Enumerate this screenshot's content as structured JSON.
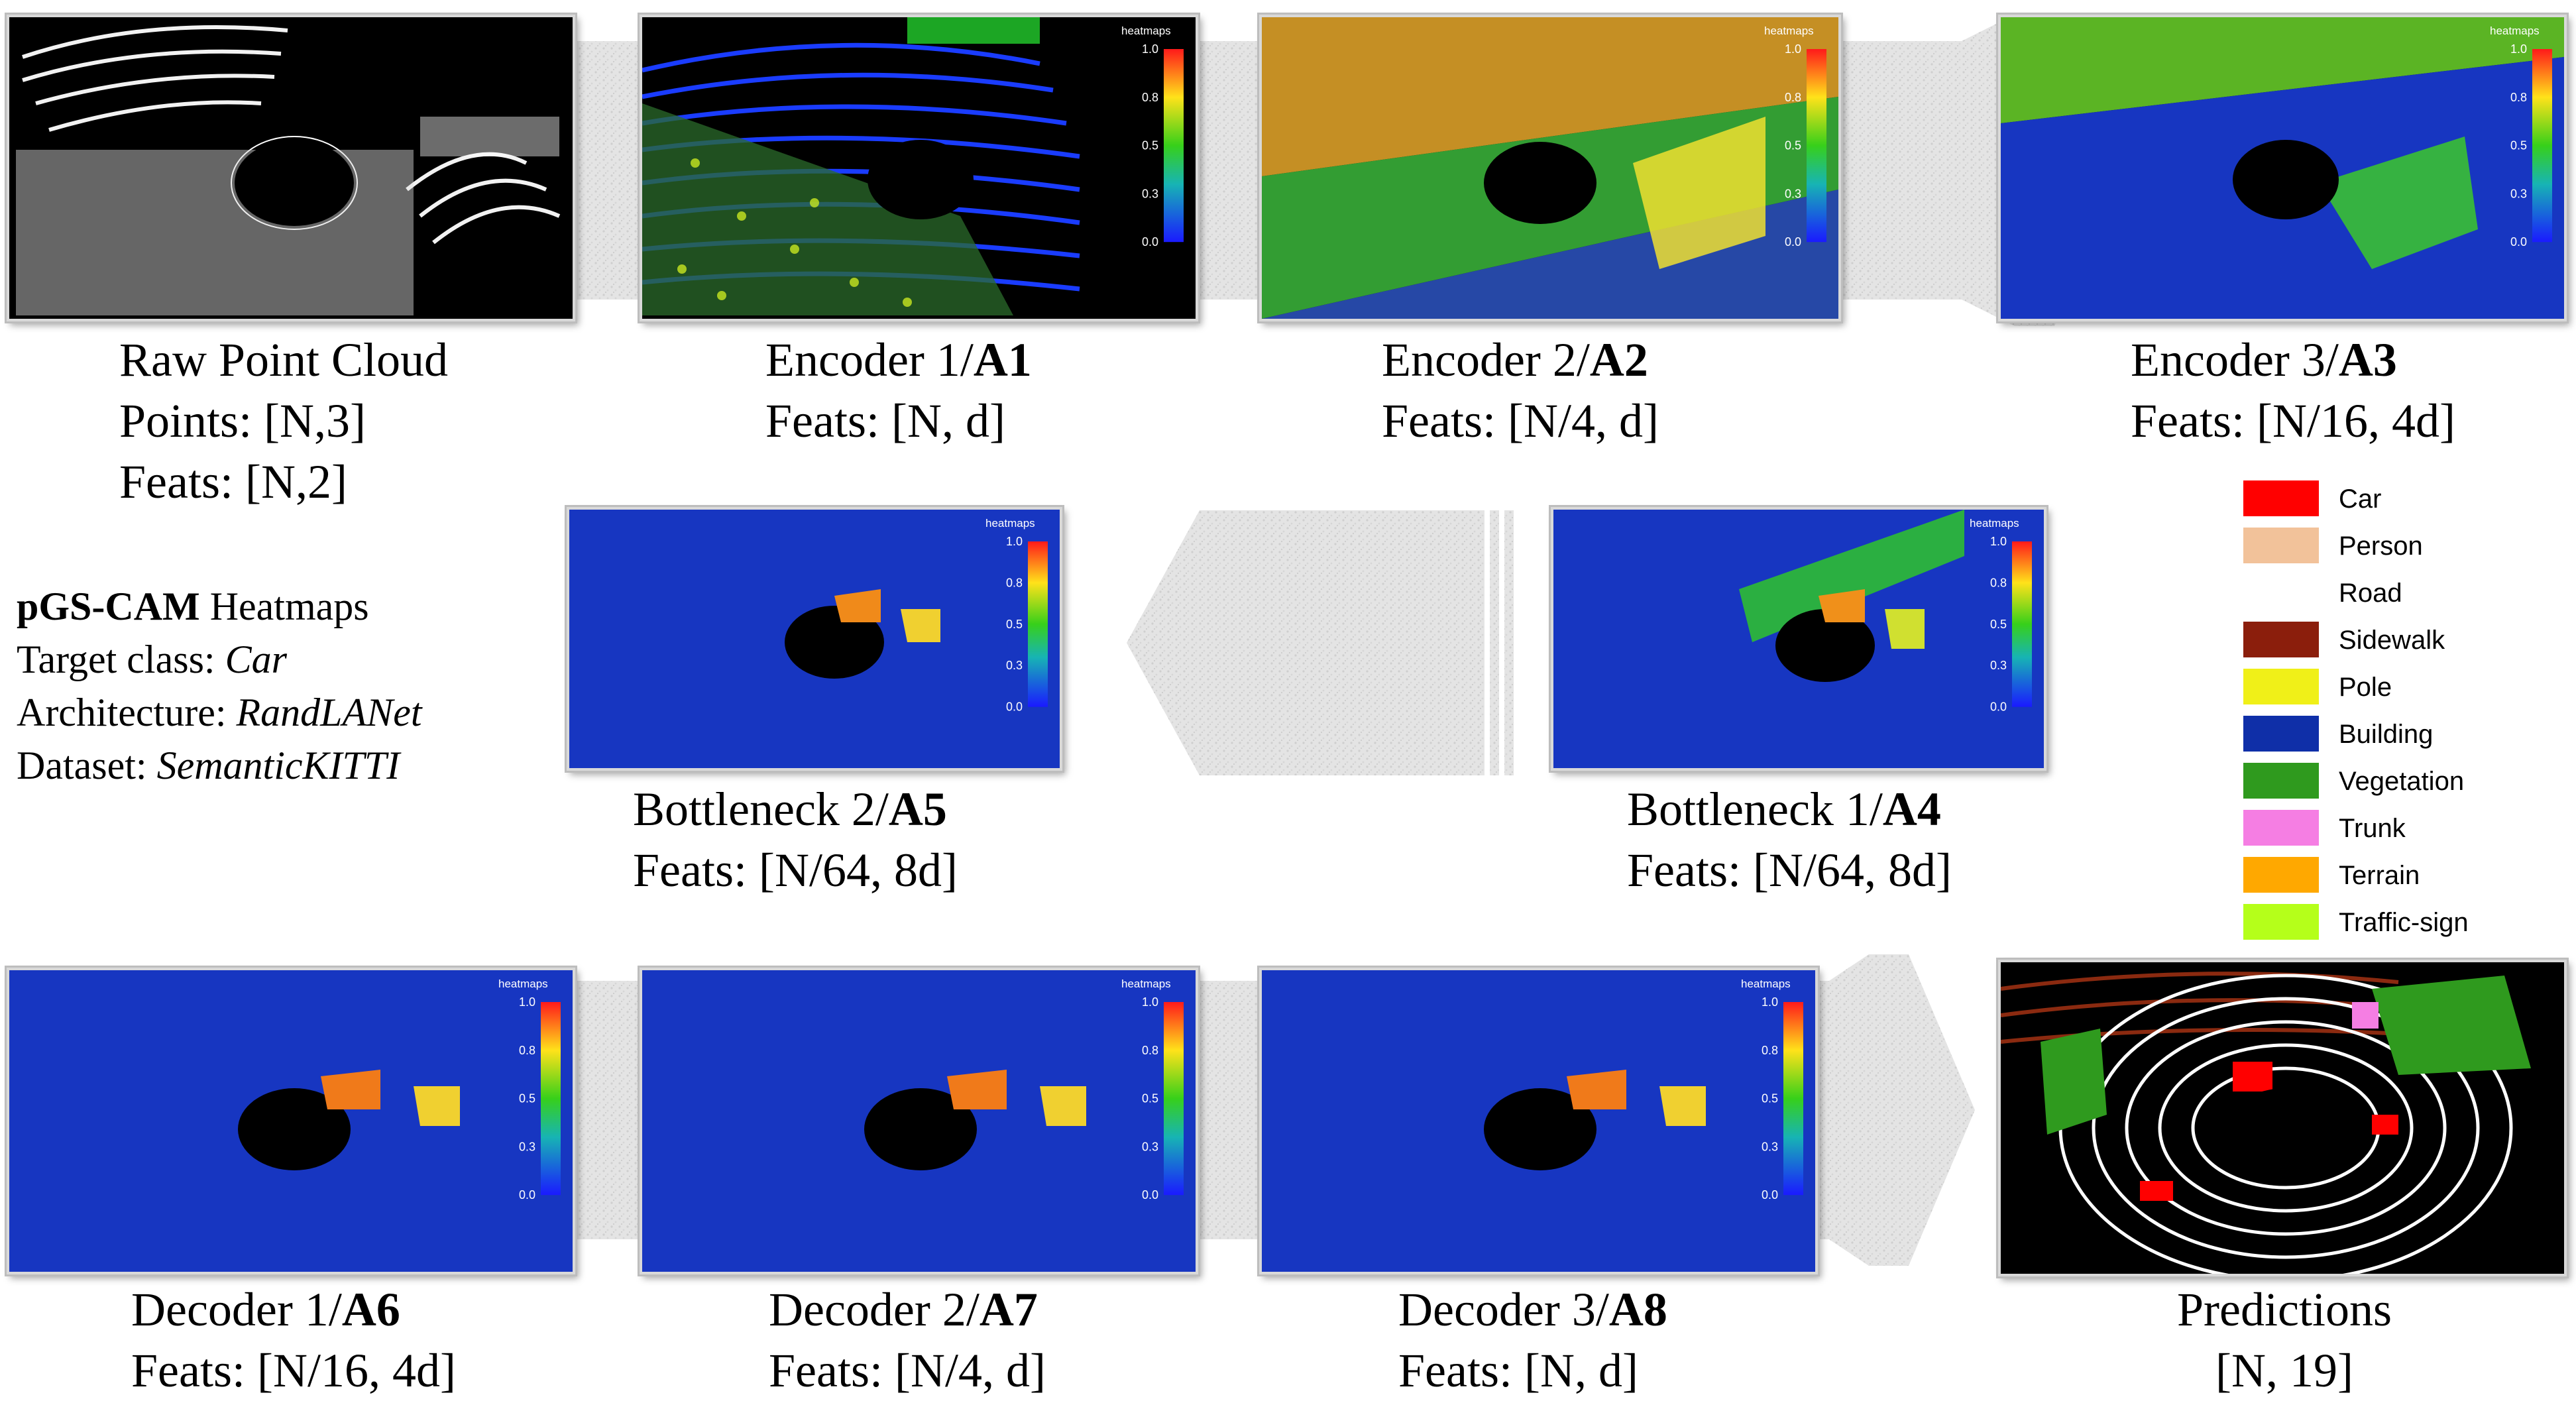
{
  "panels": {
    "raw": {
      "line1": "Raw Point Cloud",
      "line2": "Points: [N,3]",
      "line3": "Feats: [N,2]"
    },
    "enc1": {
      "prefix": "Encoder 1/",
      "bold": "A1",
      "feats": "Feats: [N, d]"
    },
    "enc2": {
      "prefix": "Encoder 2/",
      "bold": "A2",
      "feats": "Feats: [N/4, d]"
    },
    "enc3": {
      "prefix": "Encoder 3/",
      "bold": "A3",
      "feats": "Feats: [N/16, 4d]"
    },
    "bot2": {
      "prefix": "Bottleneck 2/",
      "bold": "A5",
      "feats": "Feats: [N/64, 8d]"
    },
    "bot1": {
      "prefix": "Bottleneck 1/",
      "bold": "A4",
      "feats": "Feats: [N/64, 8d]"
    },
    "dec1": {
      "prefix": "Decoder 1/",
      "bold": "A6",
      "feats": "Feats: [N/16, 4d]"
    },
    "dec2": {
      "prefix": "Decoder 2/",
      "bold": "A7",
      "feats": "Feats: [N/4, d]"
    },
    "dec3": {
      "prefix": "Decoder 3/",
      "bold": "A8",
      "feats": "Feats: [N, d]"
    },
    "pred": {
      "line1": "Predictions",
      "line2": "[N, 19]"
    }
  },
  "info": {
    "title_bold": "pGS-CAM",
    "title_rest": " Heatmaps",
    "target_label": "Target class: ",
    "target_value": "Car",
    "arch_label": "Architecture: ",
    "arch_value": "RandLANet",
    "dataset_label": "Dataset: ",
    "dataset_value": "SemanticKITTI"
  },
  "colorbar": {
    "title": "heatmaps",
    "ticks": [
      "1.0",
      "0.8",
      "0.5",
      "0.3",
      "0.0"
    ]
  },
  "legend": [
    {
      "label": "Car",
      "color": "#ff0000"
    },
    {
      "label": "Person",
      "color": "#f2c29a"
    },
    {
      "label": "Road",
      "color": "#ffffff"
    },
    {
      "label": "Sidewalk",
      "color": "#8b1e0c"
    },
    {
      "label": "Pole",
      "color": "#f0f018"
    },
    {
      "label": "Building",
      "color": "#0f2fa8"
    },
    {
      "label": "Vegetation",
      "color": "#2f9a1e"
    },
    {
      "label": "Trunk",
      "color": "#f57ee3"
    },
    {
      "label": "Terrain",
      "color": "#ffa800"
    },
    {
      "label": "Traffic-sign",
      "color": "#b5ff1a"
    }
  ]
}
